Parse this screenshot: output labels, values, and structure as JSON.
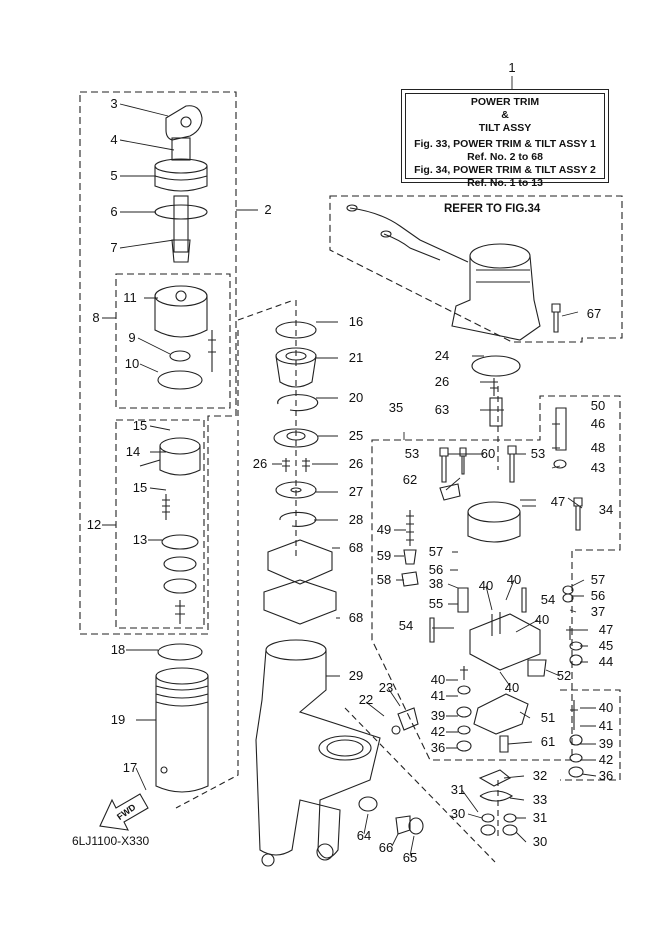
{
  "legend": {
    "title_line1": "POWER TRIM",
    "title_line2": "&",
    "title_line3": "TILT ASSY",
    "ref1_fig": "Fig. 33, POWER TRIM & TILT ASSY 1",
    "ref1_range": "Ref. No. 2 to 68",
    "ref2_fig": "Fig. 34, POWER TRIM & TILT ASSY 2",
    "ref2_range": "Ref. No. 1 to 13"
  },
  "refer_note": "REFER TO FIG.34",
  "footer_code": "6LJ1100-X330",
  "fwd_label": "FWD",
  "callouts": [
    "1",
    "2",
    "3",
    "4",
    "5",
    "6",
    "7",
    "8",
    "9",
    "10",
    "11",
    "12",
    "13",
    "14",
    "15",
    "15",
    "16",
    "17",
    "18",
    "19",
    "20",
    "21",
    "22",
    "23",
    "24",
    "25",
    "26",
    "26",
    "26",
    "27",
    "28",
    "29",
    "30",
    "30",
    "31",
    "31",
    "32",
    "33",
    "34",
    "35",
    "36",
    "36",
    "37",
    "38",
    "39",
    "39",
    "40",
    "40",
    "40",
    "40",
    "40",
    "40",
    "41",
    "41",
    "42",
    "42",
    "43",
    "44",
    "45",
    "46",
    "47",
    "47",
    "48",
    "49",
    "50",
    "51",
    "52",
    "53",
    "53",
    "54",
    "54",
    "55",
    "56",
    "56",
    "57",
    "57",
    "58",
    "59",
    "60",
    "61",
    "62",
    "63",
    "64",
    "65",
    "66",
    "67",
    "68",
    "68"
  ]
}
